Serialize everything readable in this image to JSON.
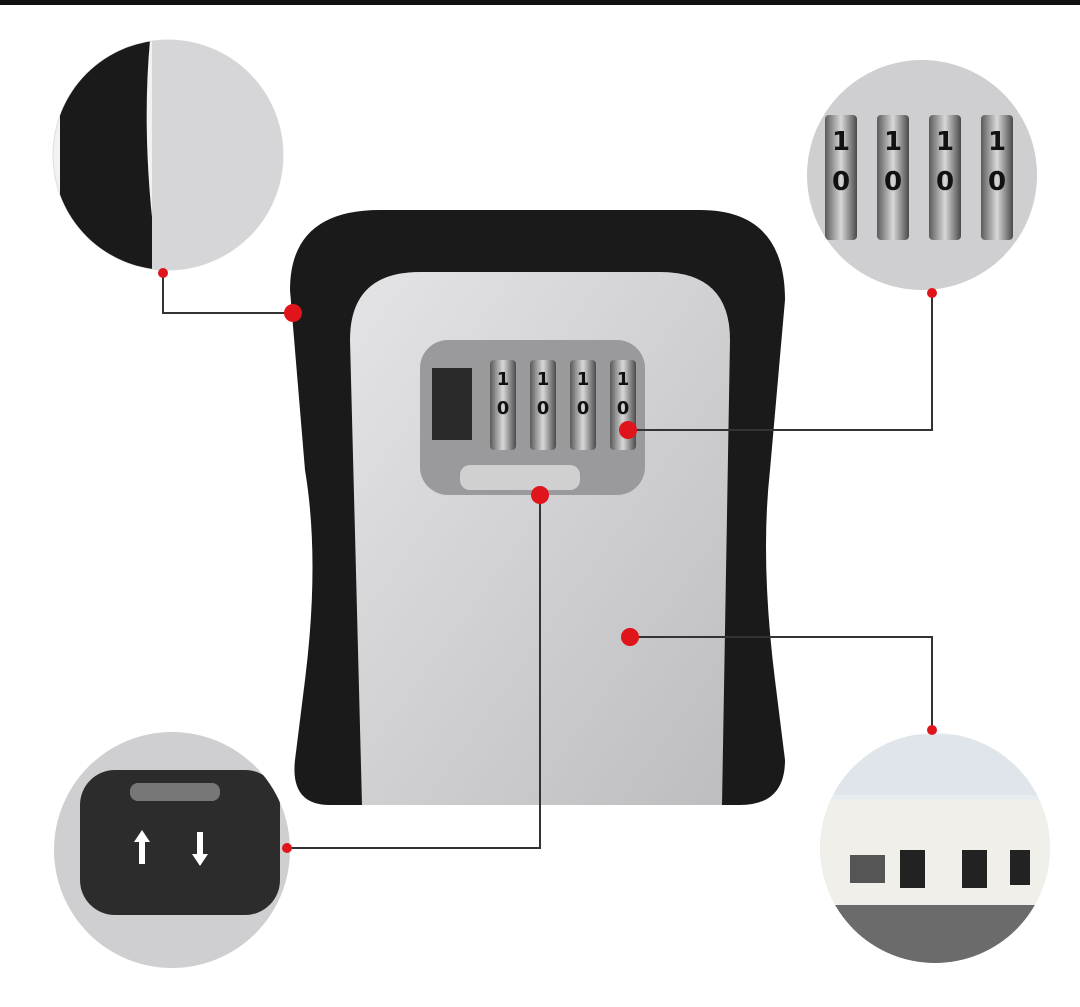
{
  "product": {
    "dial_digits_top": [
      "1",
      "1",
      "1",
      "1"
    ],
    "dial_digits_middle": [
      "0",
      "0",
      "0",
      "0"
    ],
    "arrow_icons": [
      "up-arrow",
      "down-arrow"
    ]
  },
  "colors": {
    "callout_dot": "#e0151b",
    "callout_line": "#333333",
    "body_black": "#1a1a1a",
    "face_gray": "#c9c9cb"
  }
}
